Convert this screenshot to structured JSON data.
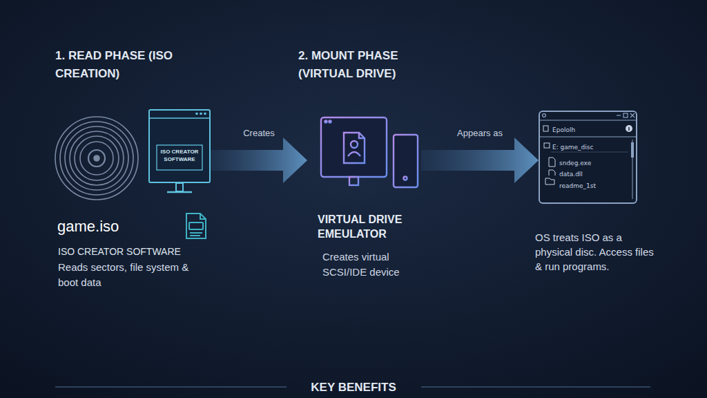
{
  "diagram": {
    "nodes": [
      {
        "text": [
          "ISO CREATOR SOFTWARE"
        ]
      },
      {
        "text": [
          "VIRTUAL DRIVE EMEULATOR",
          "Creates virtual SCSI/IDE device"
        ]
      },
      {
        "text": [
          "Epololh",
          "E: game_disc",
          "sndeg.exe",
          "data.dll",
          "readme_1st"
        ]
      }
    ],
    "edges": [
      {
        "from": 0,
        "to": 1,
        "arrow": "to",
        "label": "Creates"
      },
      {
        "from": 1,
        "to": 2,
        "arrow": "to",
        "label": "Appears as"
      }
    ],
    "labels": [
      "1. READ PHASE (ISO CREATION)",
      "2. MOUNT PHASE (VIRTUAL DRIVE)",
      "game.iso",
      "ISO CREATOR SOFTWARE",
      "Reads sectors, file system & boot data",
      "OS treats ISO as a physical disc. Access files & run programs.",
      "KEY BENEFITS"
    ]
  }
}
